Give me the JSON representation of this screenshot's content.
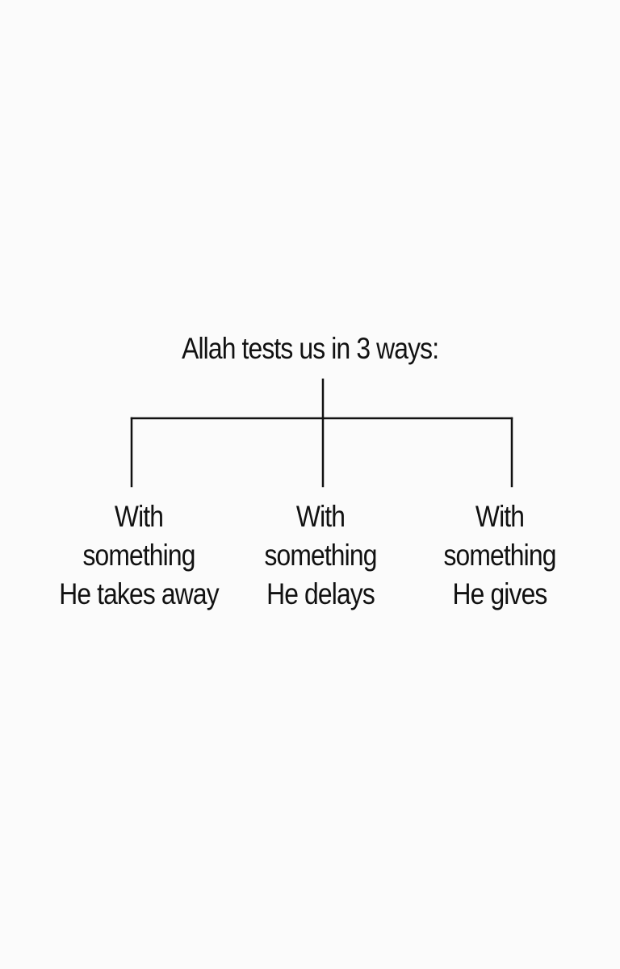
{
  "title": "Allah tests us in 3 ways:",
  "branches": [
    {
      "line1": "With",
      "line2": "something",
      "line3": "He takes away"
    },
    {
      "line1": "With",
      "line2": "something",
      "line3": "He delays"
    },
    {
      "line1": "With",
      "line2": "something",
      "line3": "He gives"
    }
  ]
}
